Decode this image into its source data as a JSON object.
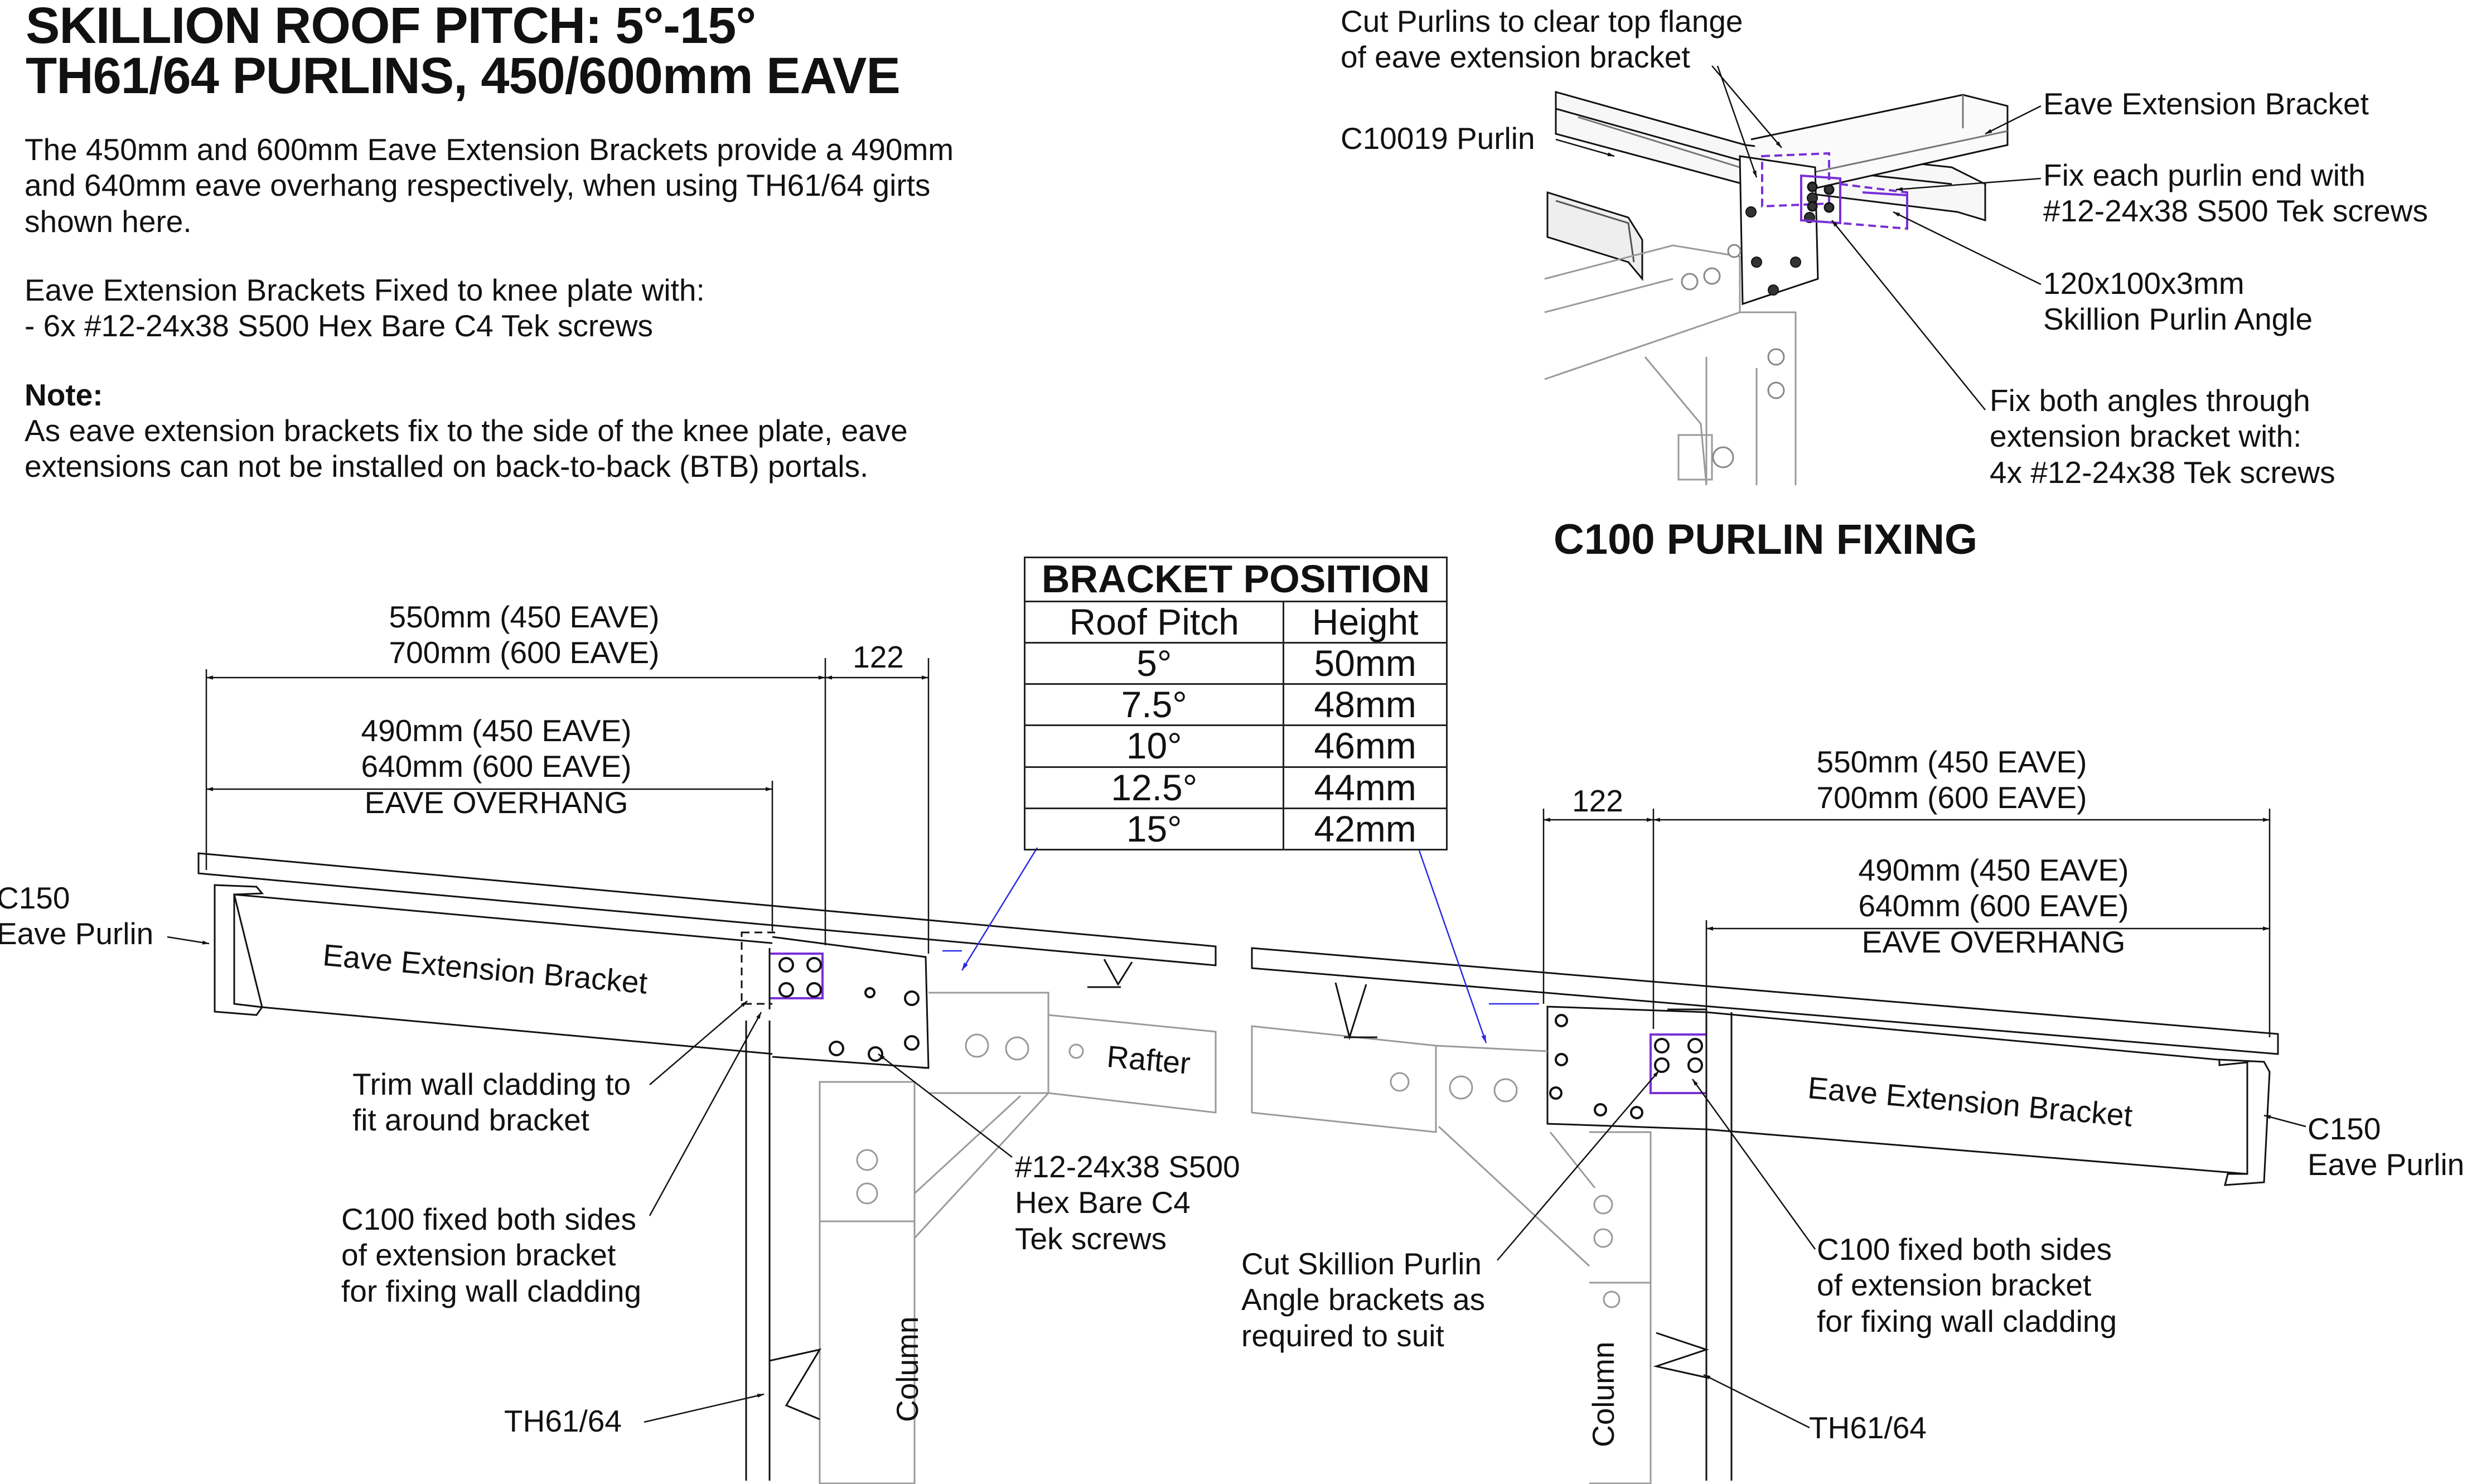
{
  "header": {
    "title_line1": "SKILLION ROOF PITCH: 5°-15°",
    "title_line2": "TH61/64 PURLINS, 450/600mm EAVE"
  },
  "intro": {
    "para1": "The 450mm and 600mm Eave Extension Brackets provide a 490mm\nand 640mm eave overhang respectively, when using TH61/64 girts\nshown here.",
    "para2": "Eave Extension Brackets Fixed to knee plate with:\n- 6x #12-24x38 S500 Hex Bare C4 Tek screws",
    "note_heading": "Note:",
    "note_text": "As eave extension brackets fix to the side of the knee plate, eave\nextensions can not be installed on back-to-back (BTB) portals."
  },
  "detail": {
    "section_title": "C100 PURLIN FIXING",
    "cut_purlins": "Cut Purlins to clear top flange\nof eave extension bracket",
    "c10019_purlin": "C10019 Purlin",
    "eave_extension_bracket": "Eave Extension Bracket",
    "fix_each_purlin": "Fix each purlin end with\n#12-24x38 S500 Tek screws",
    "skillion_angle": "120x100x3mm\nSkillion Purlin Angle",
    "fix_both_angles": "Fix both angles through\nextension bracket with:\n4x #12-24x38 Tek screws"
  },
  "bracket_table": {
    "title": "BRACKET POSITION",
    "headers": [
      "Roof Pitch",
      "Height"
    ],
    "rows": [
      [
        "5°",
        "50mm"
      ],
      [
        "7.5°",
        "48mm"
      ],
      [
        "10°",
        "46mm"
      ],
      [
        "12.5°",
        "44mm"
      ],
      [
        "15°",
        "42mm"
      ]
    ]
  },
  "left_view": {
    "dim_total": "550mm (450 EAVE)\n700mm (600 EAVE)",
    "dim_122": "122",
    "dim_overhang": "490mm (450 EAVE)\n640mm (600 EAVE)\nEAVE OVERHANG",
    "c150": "C150\nEave Purlin",
    "bracket_label": "Eave Extension Bracket",
    "rafter": "Rafter",
    "trim_cladding": "Trim wall cladding to\nfit around bracket",
    "screws": "#12-24x38 S500\nHex Bare C4\nTek screws",
    "c100_fixed": "C100 fixed both sides\nof extension bracket\nfor fixing wall cladding",
    "th6164": "TH61/64",
    "column": "Column"
  },
  "right_view": {
    "dim_122": "122",
    "dim_total": "550mm (450 EAVE)\n700mm (600 EAVE)",
    "dim_overhang": "490mm (450 EAVE)\n640mm (600 EAVE)\nEAVE OVERHANG",
    "bracket_label": "Eave Extension Bracket",
    "c150": "C150\nEave Purlin",
    "cut_skillion": "Cut Skillion Purlin\nAngle brackets as\nrequired to suit",
    "c100_fixed": "C100 fixed both sides\nof extension bracket\nfor fixing wall cladding",
    "th6164": "TH61/64",
    "column": "Column"
  },
  "colors": {
    "line": "#111111",
    "light_line": "#9a9a9a",
    "highlight": "#7a2fd6",
    "leader_blue": "#2a2ae0"
  }
}
